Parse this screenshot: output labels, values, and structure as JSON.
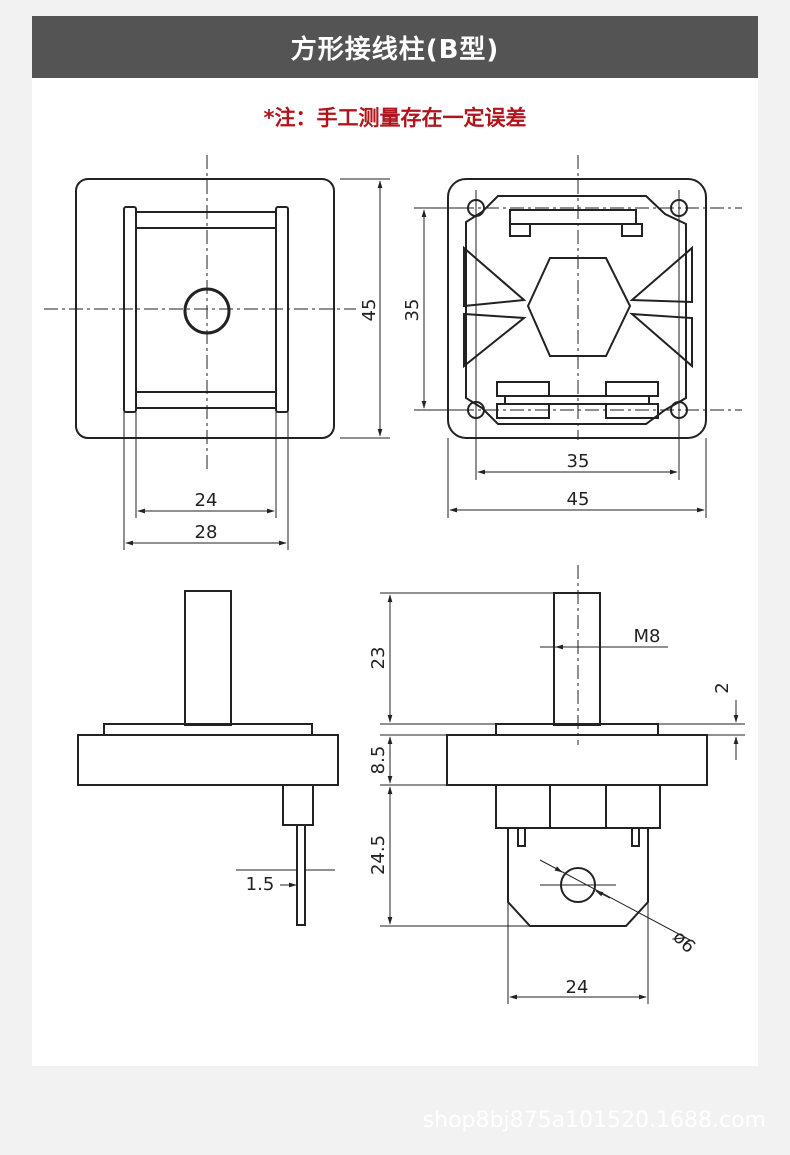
{
  "header": {
    "title": "方形接线柱(B型)"
  },
  "note": "*注：手工测量存在一定误差",
  "dimensions": {
    "front_height": "45",
    "front_inner_width": "24",
    "front_outer_width": "28",
    "back_hole_spacing_v": "35",
    "back_hole_spacing_h": "35",
    "back_width": "45",
    "side_thickness": "1.5",
    "stud_height": "23",
    "thread": "M8",
    "washer": "2",
    "base_thickness": "8.5",
    "tab_length": "24.5",
    "tab_hole": "ø6",
    "tab_width": "24"
  },
  "watermark": "shop8bj875a101520.1688.com"
}
